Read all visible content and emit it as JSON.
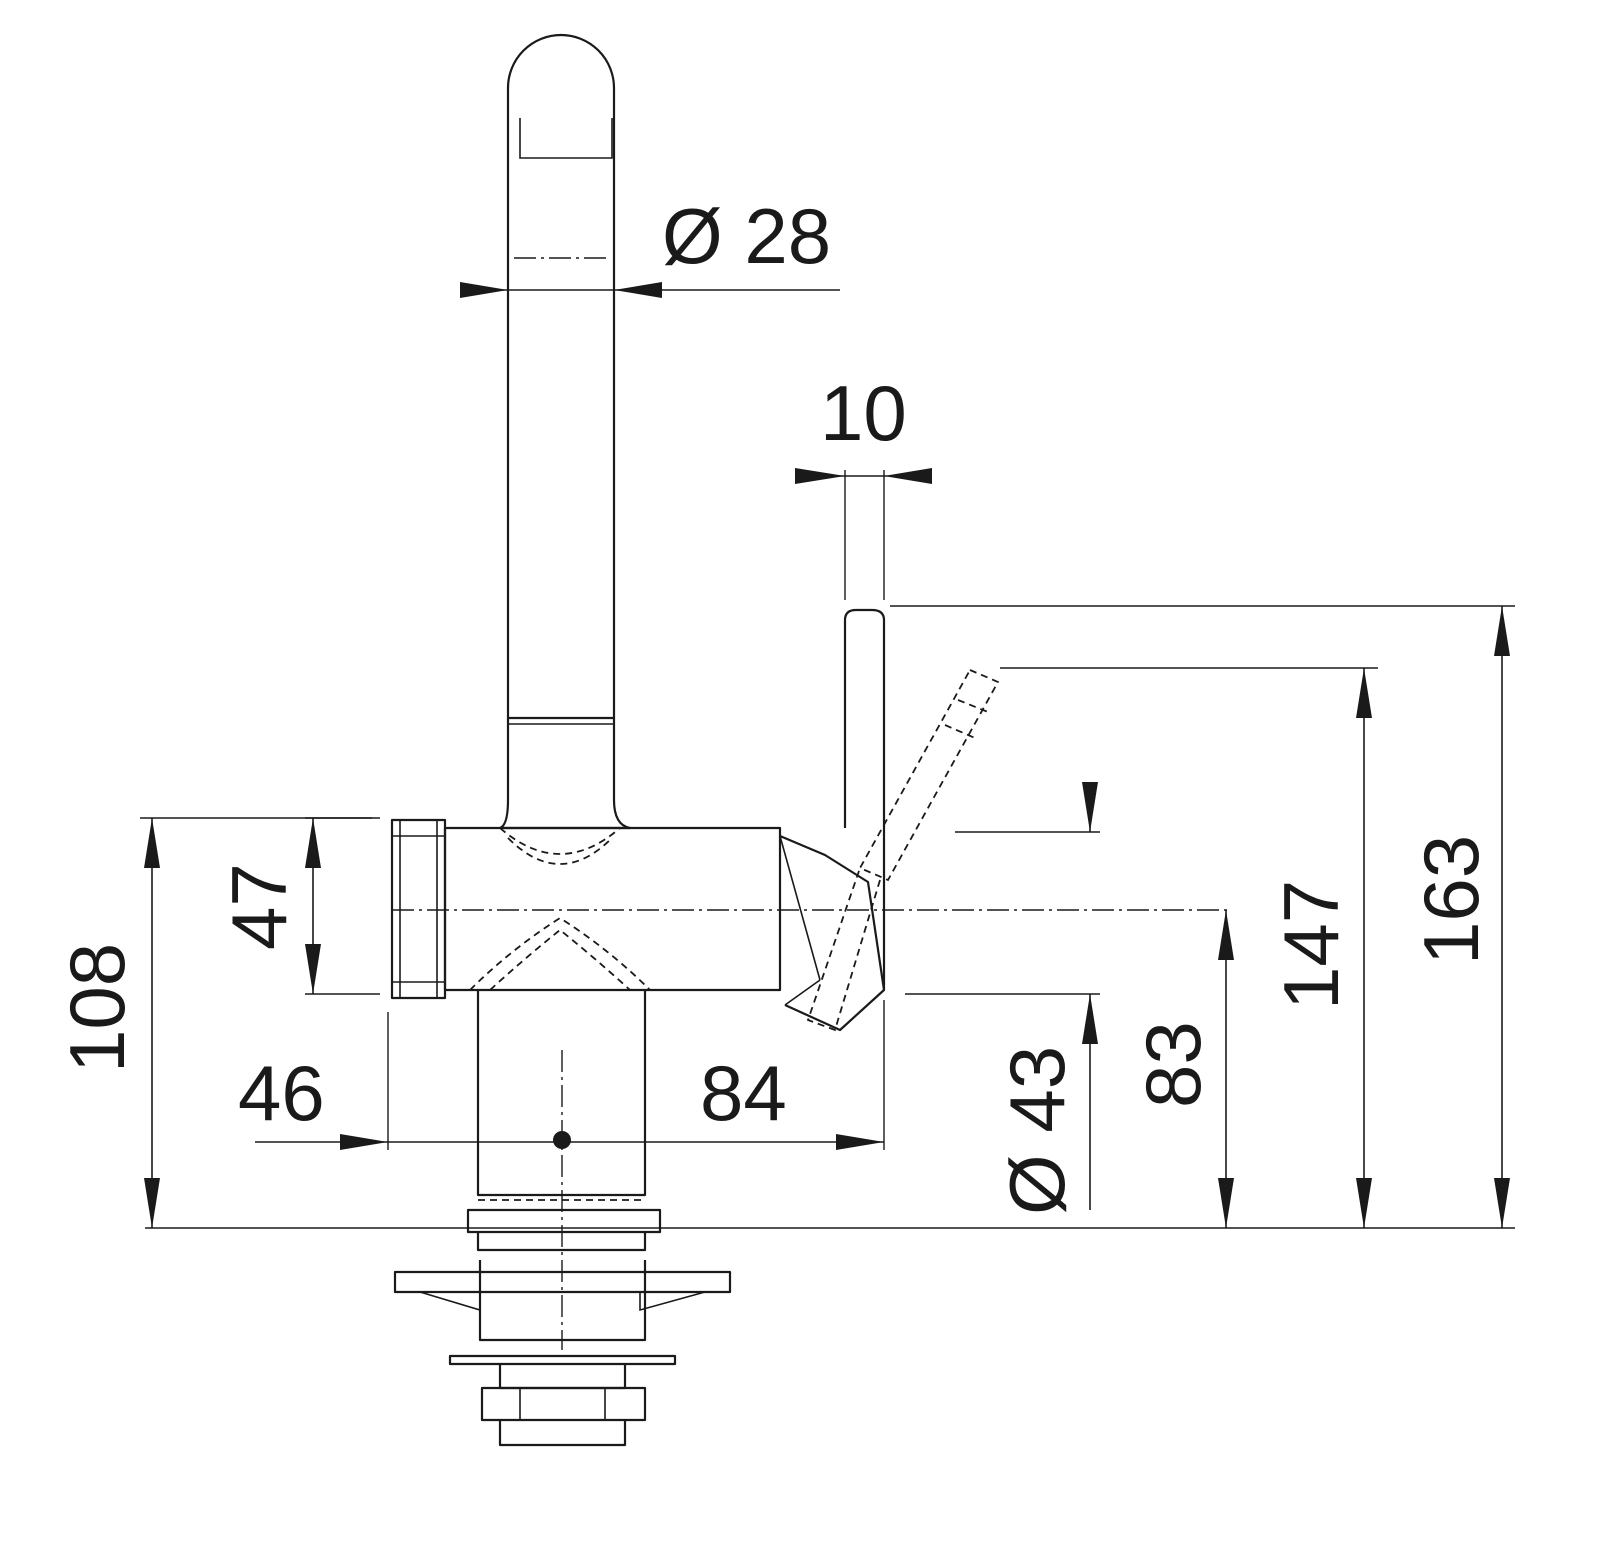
{
  "dimensions": {
    "spout_diameter": "Ø 28",
    "lever_width": "10",
    "total_height": "163",
    "lever_height": "147",
    "mount_height": "83",
    "body_diameter": "Ø 43",
    "body_height": "108",
    "body_section": "47",
    "left_offset": "46",
    "right_offset": "84"
  }
}
